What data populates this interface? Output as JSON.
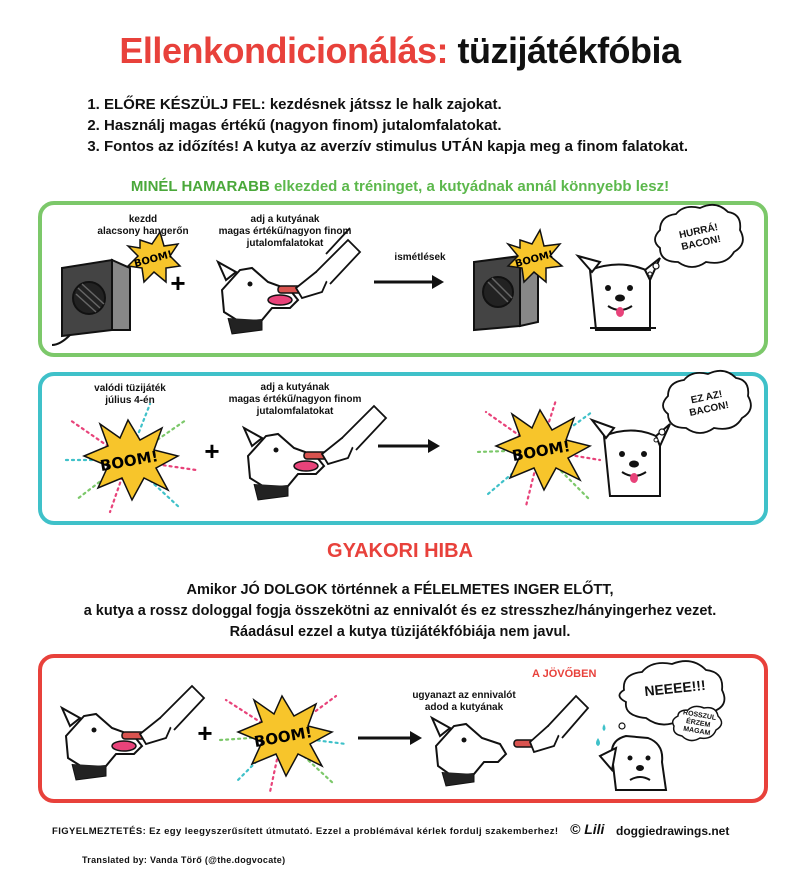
{
  "title": {
    "part1": "Ellenkondicionálás:",
    "part2": "tüzijátékfóbia"
  },
  "steps": [
    "ELŐRE KÉSZÜLJ FEL: kezdésnek játssz le halk zajokat.",
    "Használj magas értékű (nagyon finom) jutalomfalatokat.",
    "Fontos az időzítés! A kutya az averzív stimulus UTÁN  kapja meg a finom falatokat."
  ],
  "green_header": {
    "strong": "MINÉL HAMARABB",
    "rest": " elkezded a tréninget, a kutyádnak annál könnyebb lesz!"
  },
  "panel1": {
    "label_speaker": "kezdd\nalacsony hangerőn",
    "label_treat": "adj a kutyának\nmagas értékű/nagyon finom\njutalomfalatokat",
    "label_repeat": "ismétlések",
    "boom1": "BOOM!",
    "boom2": "BOOM!",
    "bubble": "HURRÁ!\nBACON!"
  },
  "panel2": {
    "label_firework": "valódi tüzijáték\njúlius 4-én",
    "label_treat": "adj a kutyának\nmagas értékű/nagyon finom\njutalomfalatokat",
    "boom1": "BOOM!",
    "boom2": "BOOM!",
    "bubble": "EZ AZ!\nBACON!"
  },
  "mistake_title": "GYAKORI HIBA",
  "mistake_lines": [
    "Amikor JÓ DOLGOK történnek a FÉLELMETES INGER ELŐTT,",
    "a kutya a rossz dologgal fogja összekötni az ennivalót és ez stresszhez/hányingerhez vezet.",
    "Ráadásul ezzel a kutya tüzijátékfóbiája nem javul."
  ],
  "panel3": {
    "boom": "BOOM!",
    "future": "A JÖVŐBEN",
    "label_same": "ugyanazt az ennivalót\nadod a kutyának",
    "bubble_big": "NEEEE!!!",
    "bubble_small": "ROSSZUL\nÉRZEM\nMAGAM"
  },
  "footer": {
    "warning": "FIGYELMEZTETÉS: Ez egy leegyszerűsített útmutató. Ezzel a problémával kérlek fordulj szakemberhez!",
    "signature": "Lili",
    "site": "doggiedrawings.net",
    "translator": "Translated by: Vanda Törő (@the.dogvocate)"
  },
  "colors": {
    "red": "#e8413b",
    "green": "#7cc86a",
    "teal": "#3fc1c9",
    "yellow": "#f7c52b",
    "pink": "#e8437a"
  }
}
